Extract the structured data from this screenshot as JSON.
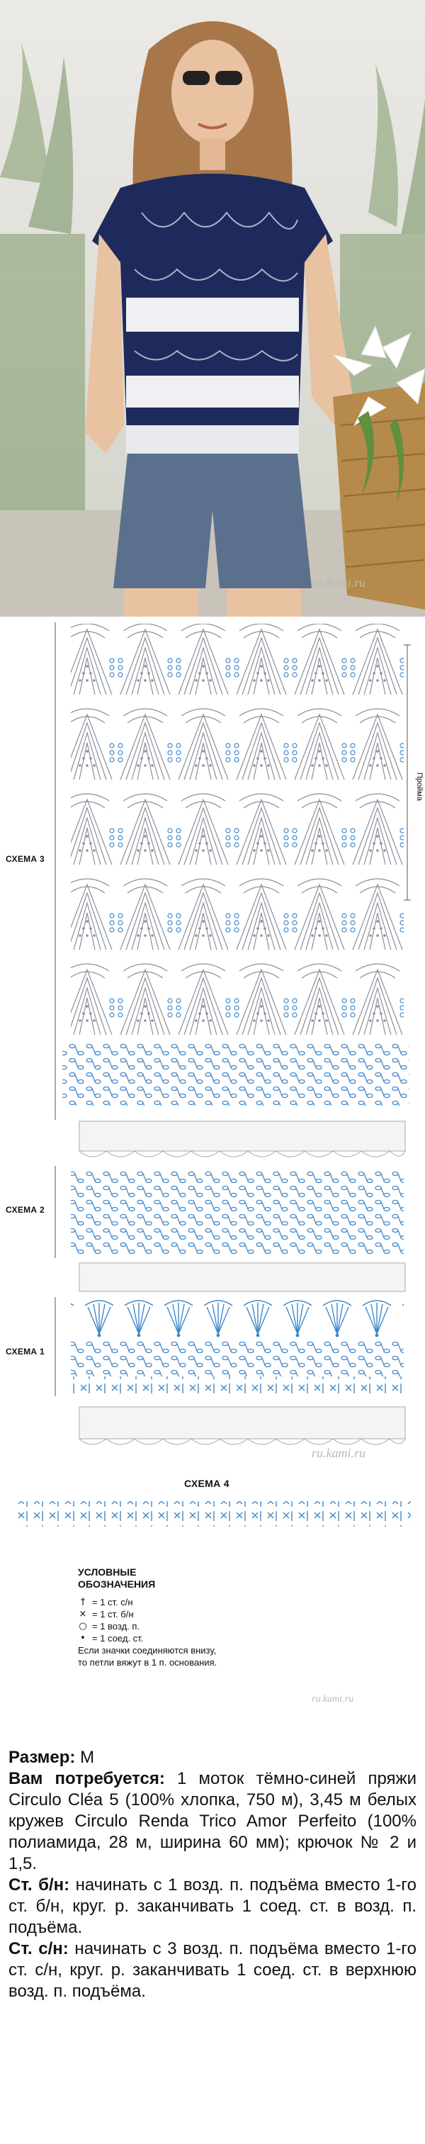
{
  "photo": {
    "watermark": "ru.kami.ru"
  },
  "schemes": {
    "label_3": "СХЕМА 3",
    "label_2": "СХЕМА 2",
    "label_1": "СХЕМА 1",
    "label_4": "СХЕМА 4",
    "armhole_label": "Пройма",
    "watermark_diagram": "ru.kami.ru"
  },
  "legend": {
    "title_line1": "УСЛОВНЫЕ",
    "title_line2": "ОБОЗНАЧЕНИЯ",
    "items": [
      {
        "symbol": "†",
        "text": "= 1 ст. с/н",
        "icon": "double-crochet-symbol"
      },
      {
        "symbol": "×",
        "text": "= 1 ст. б/н",
        "icon": "single-crochet-symbol"
      },
      {
        "symbol": "○",
        "text": "= 1 возд. п.",
        "icon": "chain-stitch-symbol"
      },
      {
        "symbol": "•",
        "text": "= 1 соед. ст.",
        "icon": "slip-stitch-symbol"
      }
    ],
    "note": "Если значки соединяются внизу, то петли вяжут в 1 п. основания.",
    "watermark": "ru.kami.ru"
  },
  "instructions": {
    "size_label": "Размер:",
    "size_value": " М",
    "needs_label": "Вам потребуется:",
    "needs_text": " 1 моток тёмно-синей пряжи Circulo Cléa 5 (100% хлопка, 750 м), 3,45 м белых кружев Circulo Renda Trico Amor Perfeito (100% полиамида, 28 м, ширина 60 мм); крючок № 2 и 1,5.",
    "sc_label": "Ст. б/н:",
    "sc_text": " начинать с 1 возд. п. подъёма вместо 1-го ст. б/н, круг. р. заканчивать 1 соед. ст. в возд. п. подъёма.",
    "dc_label": "Ст. с/н:",
    "dc_text": " начинать с 3 возд. п. подъёма вместо 1-го ст. с/н, круг. р. заканчивать 1 соед. ст. в верхнюю возд. п. подъёма."
  },
  "colors": {
    "navy": "#1f2a5c",
    "diagram_gray": "#8a8f99",
    "diagram_blue": "#3f88c9",
    "lace_white": "#f4f4f2"
  }
}
